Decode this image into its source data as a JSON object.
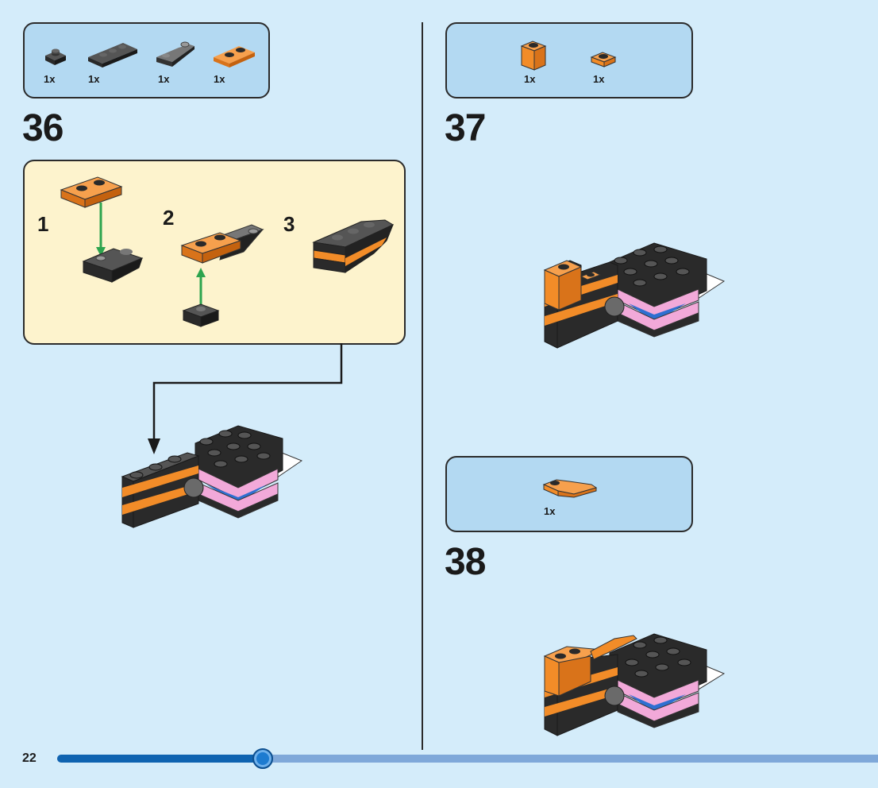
{
  "page": {
    "number": "22",
    "progress": 0.25
  },
  "colors": {
    "background": "#d4ecfa",
    "parts_box": "#b3d9f2",
    "sub_panel": "#fdf3cd",
    "orange": "#f28c28",
    "black": "#2a2a2a",
    "pink": "#f2a9d9",
    "blue": "#2f6fd1",
    "arrow_green": "#2da44e",
    "progress_fill": "#0f63b0",
    "progress_track": "#7fa8d9"
  },
  "steps": [
    {
      "number": "36",
      "parts": [
        {
          "qty": "1x",
          "icon": "black-plate-1x1-icon"
        },
        {
          "qty": "1x",
          "icon": "black-plate-1x3-icon"
        },
        {
          "qty": "1x",
          "icon": "dark-curved-slope-icon"
        },
        {
          "qty": "1x",
          "icon": "orange-plate-1x2-icon"
        }
      ],
      "substeps": [
        "1",
        "2",
        "3"
      ]
    },
    {
      "number": "37",
      "parts": [
        {
          "qty": "1x",
          "icon": "orange-brick-1x1-icon"
        },
        {
          "qty": "1x",
          "icon": "orange-plate-1x1-icon"
        }
      ]
    },
    {
      "number": "38",
      "parts": [
        {
          "qty": "1x",
          "icon": "orange-curved-slope-icon"
        }
      ]
    }
  ]
}
